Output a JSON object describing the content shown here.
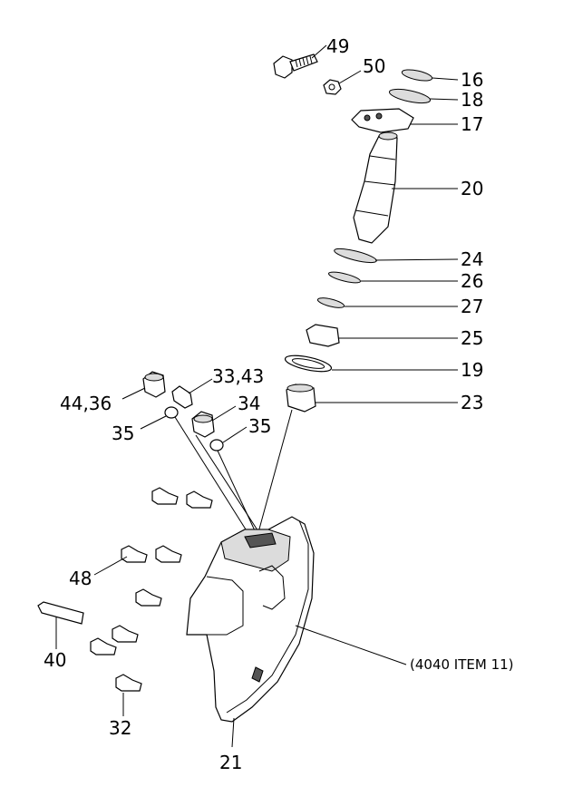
{
  "labels": {
    "p49": "49",
    "p50": "50",
    "p16": "16",
    "p18": "18",
    "p17": "17",
    "p20": "20",
    "p24": "24",
    "p26": "26",
    "p27": "27",
    "p25": "25",
    "p19": "19",
    "p23": "23",
    "p33_43": "33,43",
    "p44_36": "44,36",
    "p34": "34",
    "p35a": "35",
    "p35b": "35",
    "p48": "48",
    "p40": "40",
    "p32": "32",
    "p21": "21",
    "ref": "(4040 ITEM 11)"
  }
}
